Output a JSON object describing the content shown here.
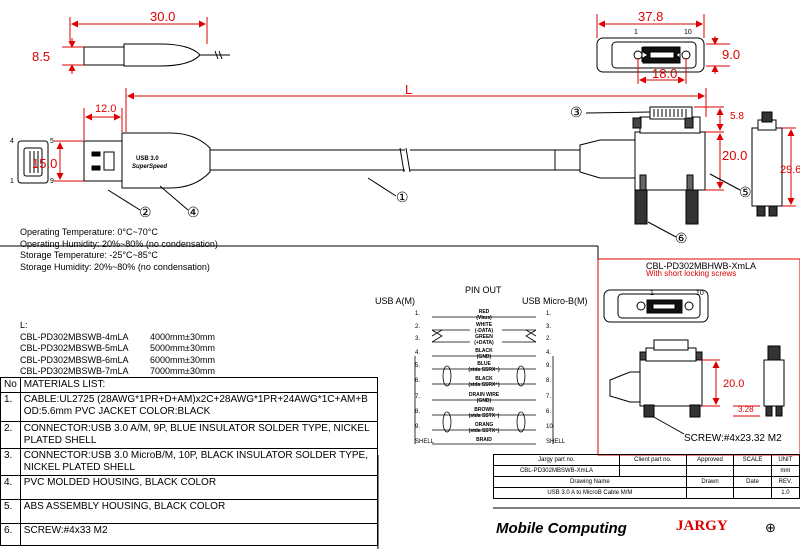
{
  "dims": {
    "d30": "30.0",
    "d85": "8.5",
    "d378": "37.8",
    "d90": "9.0",
    "d180": "18.0",
    "d120": "12.0",
    "d150": "15.0",
    "L": "L",
    "d58": "5.8",
    "d200": "20.0",
    "d296": "29.6",
    "d200b": "20.0",
    "d328": "3.28"
  },
  "pins": {
    "p4": "4",
    "p5": "5",
    "p1": "1",
    "p9": "9",
    "p1b": "1",
    "p10": "10",
    "p1c": "1",
    "p10b": "10"
  },
  "callouts": {
    "c1": "①",
    "c2": "②",
    "c3": "③",
    "c4": "④",
    "c5": "⑤",
    "c6": "⑥"
  },
  "branding": {
    "usb_text": "USB 3.0",
    "superspeed": "SuperSpeed"
  },
  "specs": [
    "Operating Temperature: 0°C~70°C",
    "Operating Humidity: 20%~80% (no condensation)",
    "Storage Temperature: -25°C~85°C",
    "Storage  Humidity: 20%~80% (no condensation)"
  ],
  "lengths": {
    "label": "L:",
    "rows": [
      {
        "part": "CBL-PD302MBSWB-4mLA",
        "len": "4000mm±30mm"
      },
      {
        "part": "CBL-PD302MBSWB-5mLA",
        "len": "5000mm±30mm"
      },
      {
        "part": "CBL-PD302MBSWB-6mLA",
        "len": "6000mm±30mm"
      },
      {
        "part": "CBL-PD302MBSWB-7mLA",
        "len": "7000mm±30mm"
      }
    ]
  },
  "materials": {
    "head_no": "No",
    "head_title": "MATERIALS LIST:",
    "rows": [
      {
        "no": "1.",
        "text": "CABLE:UL2725 (28AWG*1PR+D+AM)x2C+28AWG*1PR+24AWG*1C+AM+B OD:5.6mm  PVC JACKET COLOR:BLACK"
      },
      {
        "no": "2.",
        "text": "CONNECTOR:USB 3.0 A/M, 9P, BLUE INSULATOR SOLDER TYPE, NICKEL PLATED SHELL"
      },
      {
        "no": "3.",
        "text": "CONNECTOR:USB 3.0 MicroB/M, 10P, BLACK INSULATOR SOLDER TYPE, NICKEL PLATED SHELL"
      },
      {
        "no": "4.",
        "text": "PVC MOLDED HOUSING, BLACK COLOR"
      },
      {
        "no": "5.",
        "text": "ABS ASSEMBLY HOUSING, BLACK COLOR"
      },
      {
        "no": "6.",
        "text": "SCREW:#4x33 M2"
      }
    ]
  },
  "pinout": {
    "title": "PIN OUT",
    "left_head": "USB A(M)",
    "right_head": "USB Micro-B(M)",
    "left_nums": [
      "1.",
      "2.",
      "3.",
      "4.",
      "5.",
      "6.",
      "7.",
      "8.",
      "9.",
      "SHELL"
    ],
    "right_nums": [
      "1.",
      "3.",
      "2.",
      "4.",
      "9.",
      "8.",
      "7.",
      "6.",
      "10.",
      "SHELL"
    ],
    "wires": [
      {
        "l1": "RED",
        "l2": "(Vbus)"
      },
      {
        "l1": "WHITE",
        "l2": "(-DATA)"
      },
      {
        "l1": "GREEN",
        "l2": "(+DATA)"
      },
      {
        "l1": "BLACK",
        "l2": "(GND)"
      },
      {
        "l1": "BLUE",
        "l2": "(stda SSRX⁻)"
      },
      {
        "l1": "BLACK",
        "l2": "(stda SSRX⁺)"
      },
      {
        "l1": "DRAIN WIRE",
        "l2": "(GND)"
      },
      {
        "l1": "BROWN",
        "l2": "(stda SSTX⁻)"
      },
      {
        "l1": "ORANG",
        "l2": "(stda SSTX⁺)"
      },
      {
        "l1": "BRAID",
        "l2": ""
      }
    ]
  },
  "variant": {
    "title": "CBL-PD302MBHWB-XmLA",
    "subtitle": "With short locking screws",
    "screw": "SCREW:#4x23.32 M2"
  },
  "titleblock": {
    "h_jargy": "Jargy part no.",
    "h_client": "Client part no.",
    "h_approved": "Approved",
    "h_scale": "SCALE",
    "h_unit": "UNIT",
    "part": "CBL-PD302MBSWB-XmLA",
    "unit": "mm",
    "h_name": "Drawing Name",
    "h_drawn": "Drawn",
    "h_date": "Date",
    "h_rev": "REV.",
    "name": "USB 3.0 A to MicroB Cable M/M",
    "rev": "1.0",
    "logo1": "Mobile",
    "logo2": "Computing",
    "logo3": "JARGY"
  }
}
